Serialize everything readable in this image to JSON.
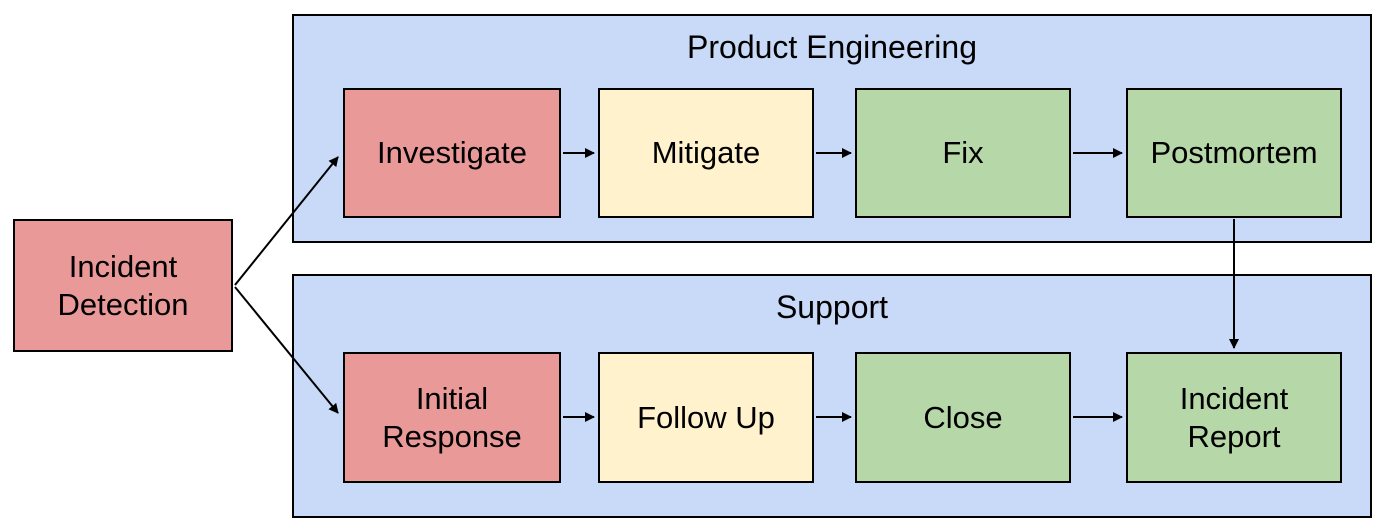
{
  "diagram": {
    "type": "flowchart-swimlanes",
    "start_node": {
      "label": "Incident\nDetection",
      "color": "#ea9999"
    },
    "lanes": [
      {
        "title": "Product Engineering",
        "color": "#c9daf8",
        "nodes": [
          {
            "label": "Investigate",
            "color": "#ea9999"
          },
          {
            "label": "Mitigate",
            "color": "#fff2cc"
          },
          {
            "label": "Fix",
            "color": "#b6d7a8"
          },
          {
            "label": "Postmortem",
            "color": "#b6d7a8"
          }
        ]
      },
      {
        "title": "Support",
        "color": "#c9daf8",
        "nodes": [
          {
            "label": "Initial\nResponse",
            "color": "#ea9999"
          },
          {
            "label": "Follow Up",
            "color": "#fff2cc"
          },
          {
            "label": "Close",
            "color": "#b6d7a8"
          },
          {
            "label": "Incident\nReport",
            "color": "#b6d7a8"
          }
        ]
      }
    ],
    "edges": [
      {
        "from": "Incident Detection",
        "to": "Investigate"
      },
      {
        "from": "Incident Detection",
        "to": "Initial Response"
      },
      {
        "from": "Investigate",
        "to": "Mitigate"
      },
      {
        "from": "Mitigate",
        "to": "Fix"
      },
      {
        "from": "Fix",
        "to": "Postmortem"
      },
      {
        "from": "Postmortem",
        "to": "Incident Report"
      },
      {
        "from": "Initial Response",
        "to": "Follow Up"
      },
      {
        "from": "Follow Up",
        "to": "Close"
      },
      {
        "from": "Close",
        "to": "Incident Report"
      }
    ],
    "colors": {
      "node_red": "#ea9999",
      "node_yellow": "#fff2cc",
      "node_green": "#b6d7a8",
      "lane_blue": "#c9daf8",
      "border": "#000000",
      "background": "#ffffff"
    }
  }
}
